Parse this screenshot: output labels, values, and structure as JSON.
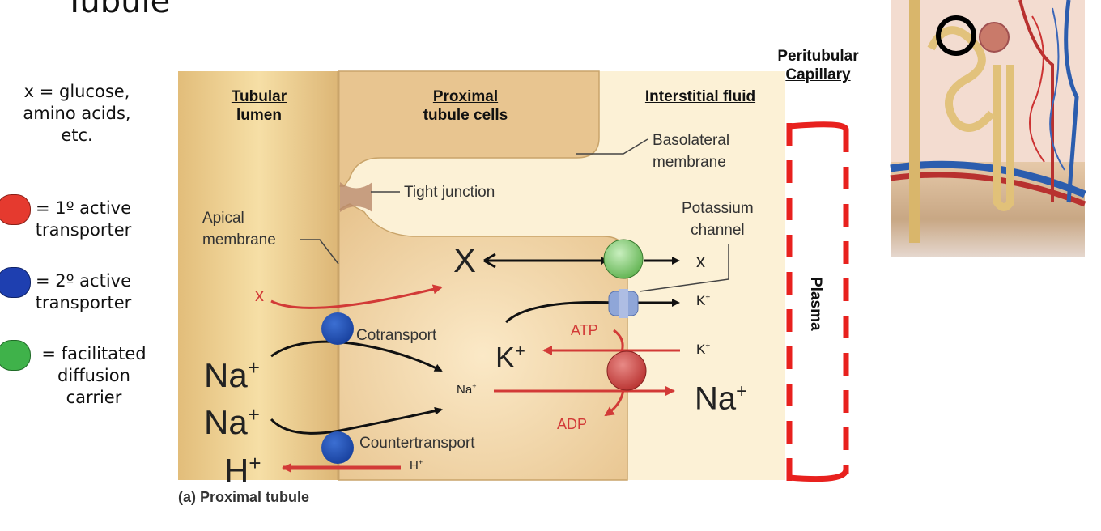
{
  "title": "Tubule",
  "legend": {
    "x_def_line1": "x = glucose,",
    "x_def_line2": "amino acids,",
    "x_def_line3": "etc.",
    "primary_line1": "= 1º active",
    "primary_line2": "transporter",
    "secondary_line1": "= 2º active",
    "secondary_line2": "transporter",
    "facilitated_line1": "= facilitated",
    "facilitated_line2": "diffusion",
    "facilitated_line3": "carrier",
    "colors": {
      "primary": "#e53a2f",
      "secondary": "#1e3fb0",
      "facilitated": "#3fb24a"
    }
  },
  "headers": {
    "tubular_lumen_1": "Tubular",
    "tubular_lumen_2": "lumen",
    "proximal_1": "Proximal",
    "proximal_2": "tubule cells",
    "interstitial": "Interstitial fluid",
    "peritubular_1": "Peritubular",
    "peritubular_2": "Capillary"
  },
  "labels": {
    "basolateral_1": "Basolateral",
    "basolateral_2": "membrane",
    "tight_junction": "Tight junction",
    "apical_1": "Apical",
    "apical_2": "membrane",
    "potassium_1": "Potassium",
    "potassium_2": "channel",
    "cotransport": "Cotransport",
    "countertransport": "Countertransport",
    "plasma": "Plasma",
    "caption": "(a) Proximal tubule"
  },
  "species": {
    "x_small": "x",
    "x_big": "X",
    "x_out": "x",
    "na1": "Na",
    "na2": "Na",
    "h": "H",
    "plus": "+",
    "na_small": "Na",
    "h_small": "H",
    "k_big": "K",
    "k_out1": "K",
    "k_out2": "K",
    "na_out": "Na",
    "atp": "ATP",
    "adp": "ADP"
  }
}
